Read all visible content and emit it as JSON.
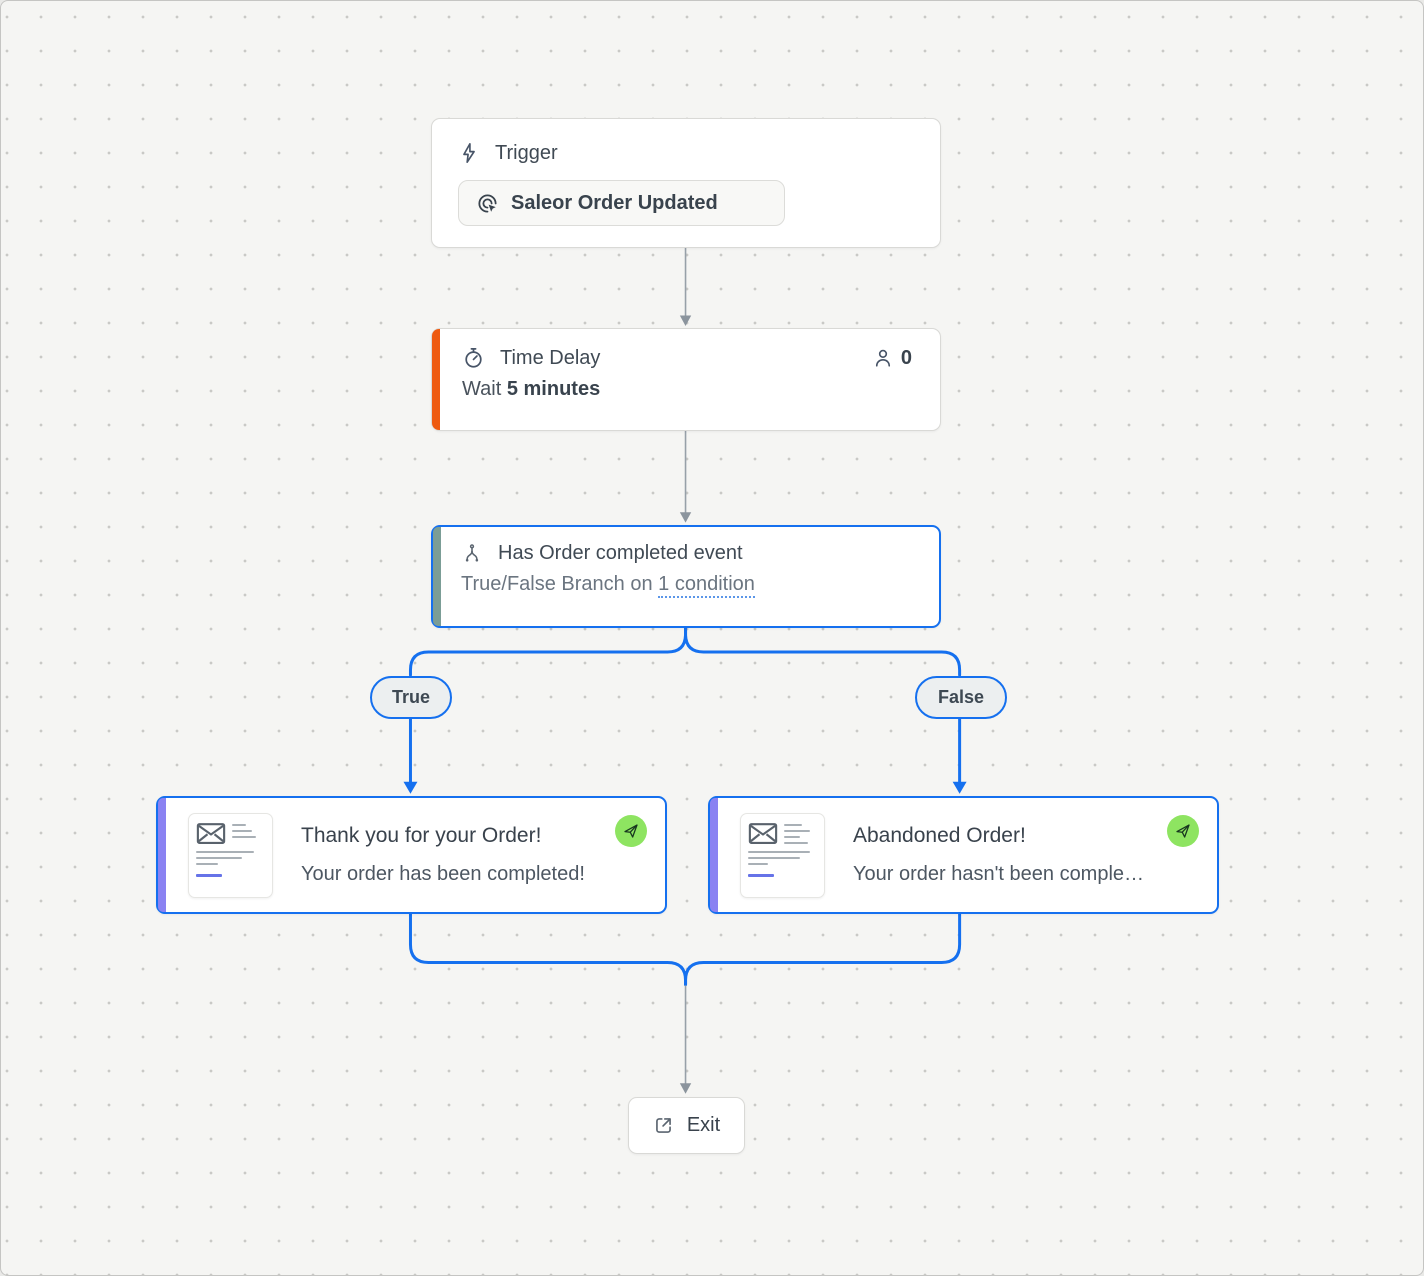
{
  "colors": {
    "accent_blue": "#1570ef",
    "accent_orange": "#ee5a10",
    "accent_teal": "#7b9d96",
    "accent_purple": "#8a82f2",
    "accent_green": "#8ee461",
    "edge_gray": "#97a0a8",
    "canvas_bg": "#f5f5f3"
  },
  "flow": {
    "trigger": {
      "title": "Trigger",
      "button_label": "Saleor Order Updated",
      "icon": "lightning-icon",
      "button_icon": "click-target-icon"
    },
    "delay": {
      "title": "Time Delay",
      "wait_prefix": "Wait ",
      "wait_value": "5 minutes",
      "contact_count": "0",
      "icon": "stopwatch-icon",
      "count_icon": "person-icon"
    },
    "condition": {
      "title": "Has Order completed event",
      "subtitle_prefix": "True/False Branch on ",
      "condition_link": "1 condition",
      "icon": "branch-split-icon"
    },
    "branches": {
      "true_label": "True",
      "false_label": "False"
    },
    "email_true": {
      "title": "Thank you for your Order!",
      "subtitle": "Your order has been completed!",
      "status_icon": "send-icon",
      "preview_icon": "envelope-icon"
    },
    "email_false": {
      "title": "Abandoned Order!",
      "subtitle": "Your order hasn't been comple…",
      "status_icon": "send-icon",
      "preview_icon": "envelope-icon"
    },
    "exit": {
      "label": "Exit",
      "icon": "external-link-icon"
    }
  }
}
